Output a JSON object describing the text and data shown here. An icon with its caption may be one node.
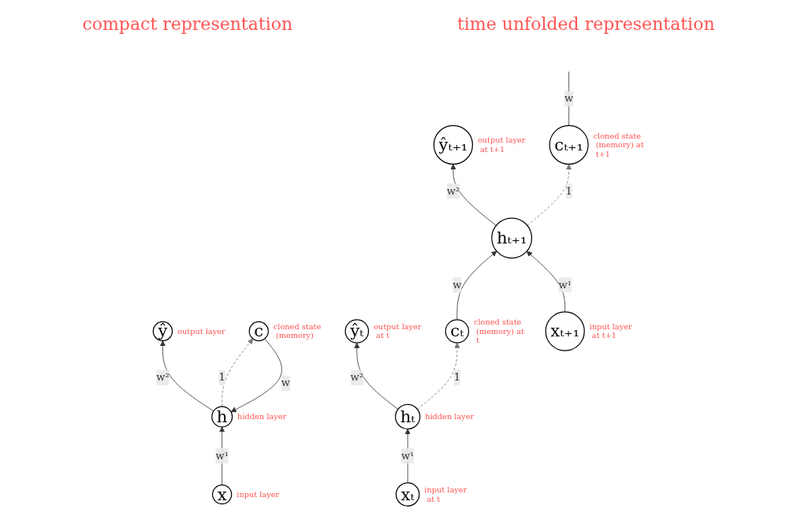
{
  "diagram": {
    "nodes": [
      {
        "text": [
          "ŷ"
        ],
        "beside": [
          "output layer"
        ]
      },
      {
        "text": [
          "h"
        ],
        "beside": [
          "hidden layer"
        ]
      },
      {
        "text": [
          "c"
        ],
        "beside": [
          "cloned state (memory)"
        ]
      },
      {
        "text": [
          "x"
        ],
        "beside": [
          "input layer"
        ]
      },
      {
        "text": [
          "ŷₜ"
        ],
        "beside": [
          "output layer at t"
        ]
      },
      {
        "text": [
          "ŷₜ₊₁"
        ],
        "beside": [
          "output layer at t+1"
        ]
      },
      {
        "text": [
          "hₜ"
        ],
        "beside": [
          "hidden layer"
        ]
      },
      {
        "text": [
          "cₜ"
        ],
        "beside": [
          "cloned state (memory) at t"
        ]
      },
      {
        "text": [
          "hₜ₊₁"
        ]
      },
      {
        "text": [
          "cₜ₊₁"
        ],
        "beside": [
          "cloned state (memory) at t+1"
        ]
      },
      {
        "text": [
          "xₜ"
        ],
        "beside": [
          "input layer at t"
        ]
      },
      {
        "text": [
          "xₜ₊₁"
        ],
        "beside": [
          "input layer at t+1"
        ]
      }
    ],
    "edges": [
      {
        "from": 3,
        "to": 1,
        "arrow": "to",
        "label": "w¹"
      },
      {
        "from": 1,
        "to": 0,
        "arrow": "to",
        "label": "w²"
      },
      {
        "from": 2,
        "to": 1,
        "arrow": "to",
        "label": "w"
      },
      {
        "from": 1,
        "to": 2,
        "arrow": "to",
        "label": "1",
        "style": "dashed",
        "color": "#777777"
      },
      {
        "from": 10,
        "to": 6,
        "arrow": "to",
        "label": "w¹"
      },
      {
        "from": 6,
        "to": 4,
        "arrow": "to",
        "label": "w²"
      },
      {
        "from": 6,
        "to": 7,
        "arrow": "to",
        "label": "1",
        "style": "dashed",
        "color": "#777777"
      },
      {
        "from": 7,
        "to": 8,
        "arrow": "to",
        "label": "w"
      },
      {
        "from": 11,
        "to": 8,
        "arrow": "to",
        "label": "w¹"
      },
      {
        "from": 8,
        "to": 5,
        "arrow": "to",
        "label": "w²"
      },
      {
        "from": 8,
        "to": 9,
        "arrow": "to",
        "label": "1",
        "style": "dashed",
        "color": "#777777"
      },
      {
        "from": 9,
        "to": null,
        "arrow": "none",
        "label": "w"
      }
    ],
    "labels": [
      "compact representation",
      "time unfolded representation"
    ]
  }
}
